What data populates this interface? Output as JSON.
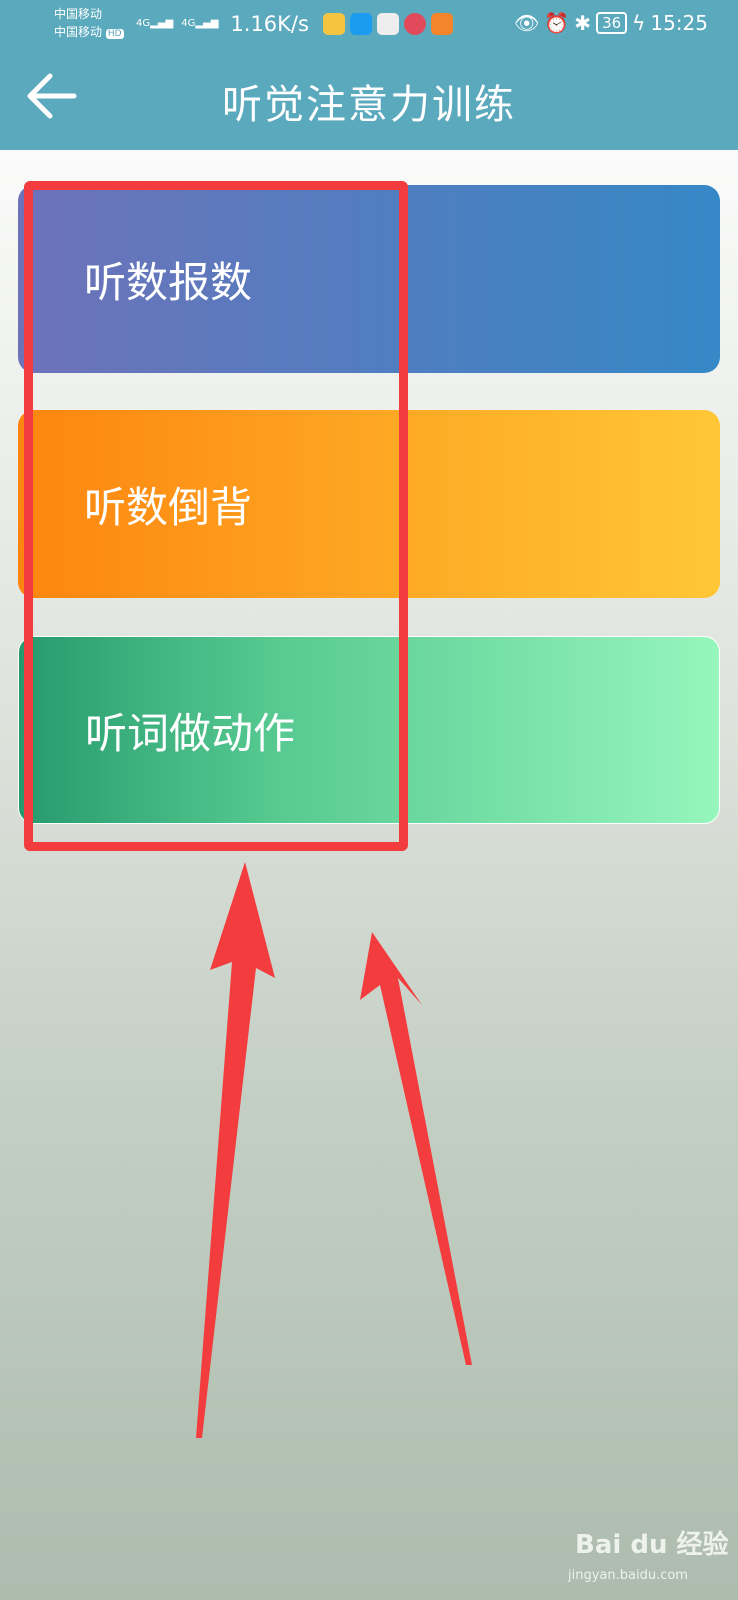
{
  "status_bar": {
    "carrier1": "中国移动",
    "carrier2": "中国移动",
    "hd": "HD",
    "net1": "4G",
    "net2": "4G",
    "speed": "1.16K/s",
    "battery": "36",
    "time": "15:25"
  },
  "header": {
    "title": "听觉注意力训练",
    "back_icon": "arrow-left-icon"
  },
  "menu": [
    {
      "label": "听数报数"
    },
    {
      "label": "听数倒背"
    },
    {
      "label": "听词做动作"
    }
  ],
  "watermark": {
    "brand": "Bai du 经验",
    "url": "jingyan.baidu.com"
  },
  "colors": {
    "header": "#5aa9bd",
    "annotation": "#f33c3d"
  }
}
